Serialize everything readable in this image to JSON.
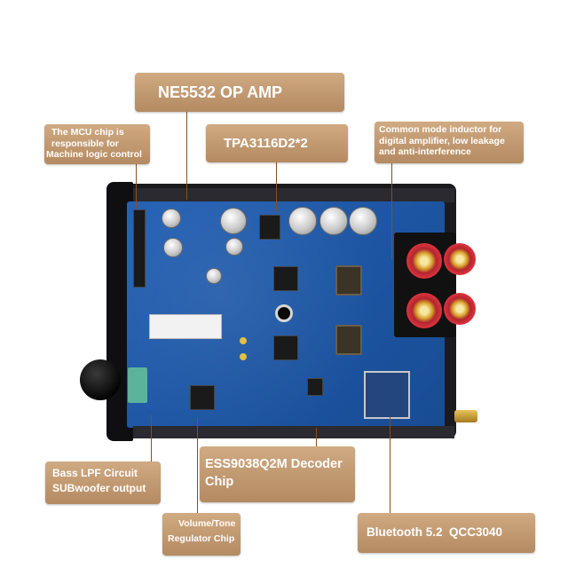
{
  "labels": {
    "ne5532": "NE5532 OP AMP",
    "mcu": [
      "The MCU chip is",
      "responsible for",
      "Machine logic control"
    ],
    "tpa": "TPA3116D2*2",
    "inductor": [
      "Common mode inductor for",
      "digital amplifier, low leakage",
      "and anti-interference"
    ],
    "bass": [
      "Bass LPF Circuit",
      "SUBwoofer output"
    ],
    "ess": [
      "ESS9038Q2M Decoder",
      "Chip"
    ],
    "volume": [
      "Volume/Tone",
      "Regulator Chip"
    ],
    "bluetooth": "Bluetooth 5.2  QCC3040"
  },
  "colors": {
    "label_bg": "#c09a72",
    "label_text": "#ffffff",
    "leader": "#8a4f1e",
    "pcb": "#1f5aa8",
    "case": "#1b1b1f"
  },
  "icons": {
    "rca_jack": "rca-jack-icon",
    "volume_knob": "volume-knob-icon",
    "antenna": "antenna-icon"
  }
}
